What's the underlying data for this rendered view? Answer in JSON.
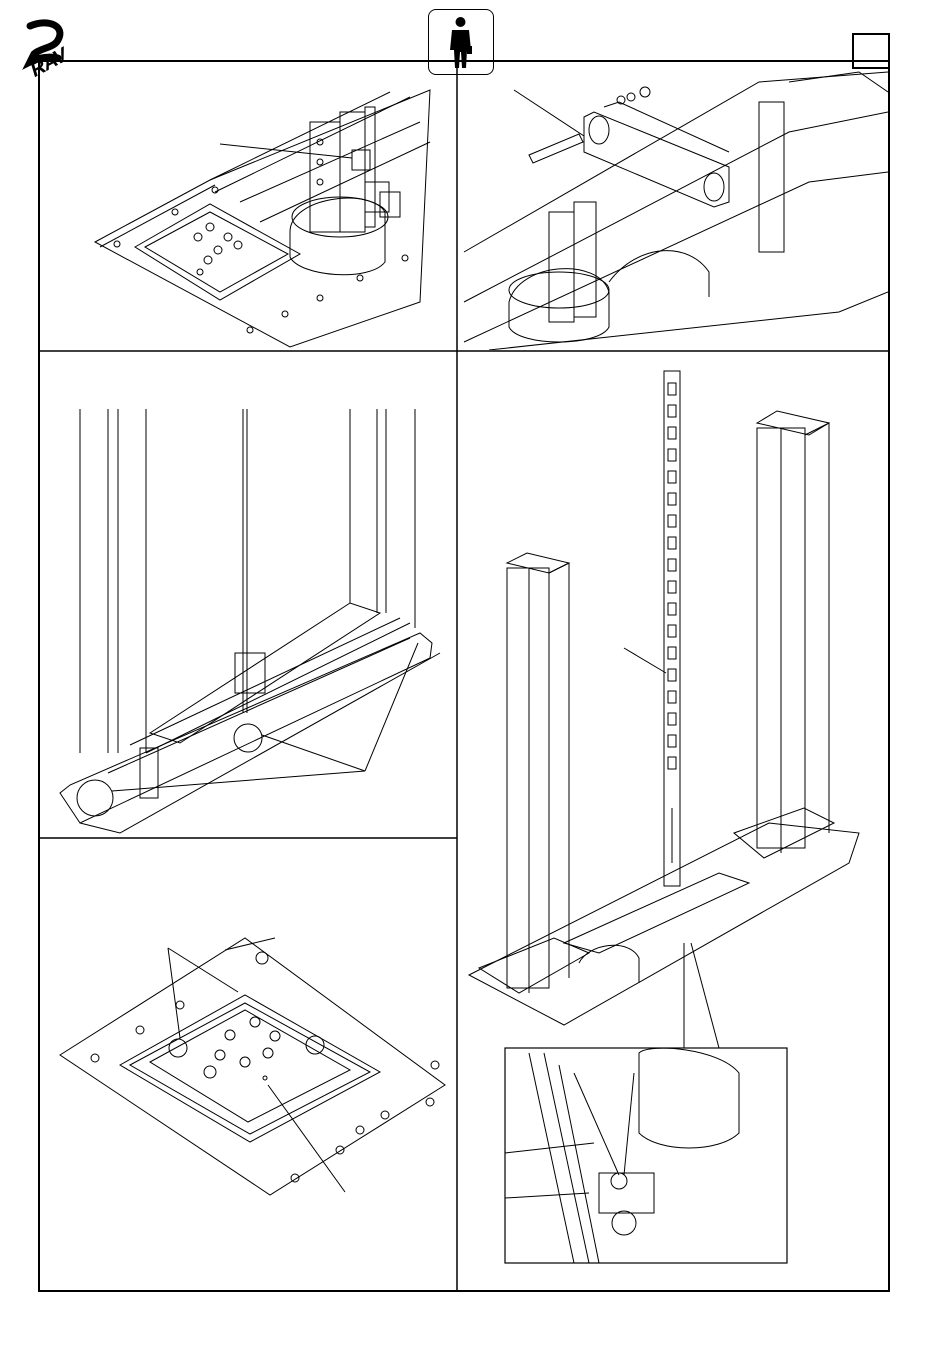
{
  "header": {
    "logo_text": "RAV",
    "operator_icon": "person-icon",
    "page_number": ""
  },
  "panels": [
    {
      "id": "panel-top-left",
      "label": ""
    },
    {
      "id": "panel-top-right",
      "label": ""
    },
    {
      "id": "panel-middle-left",
      "label": ""
    },
    {
      "id": "panel-bottom-left",
      "label": ""
    },
    {
      "id": "panel-right-tall",
      "label": ""
    }
  ]
}
